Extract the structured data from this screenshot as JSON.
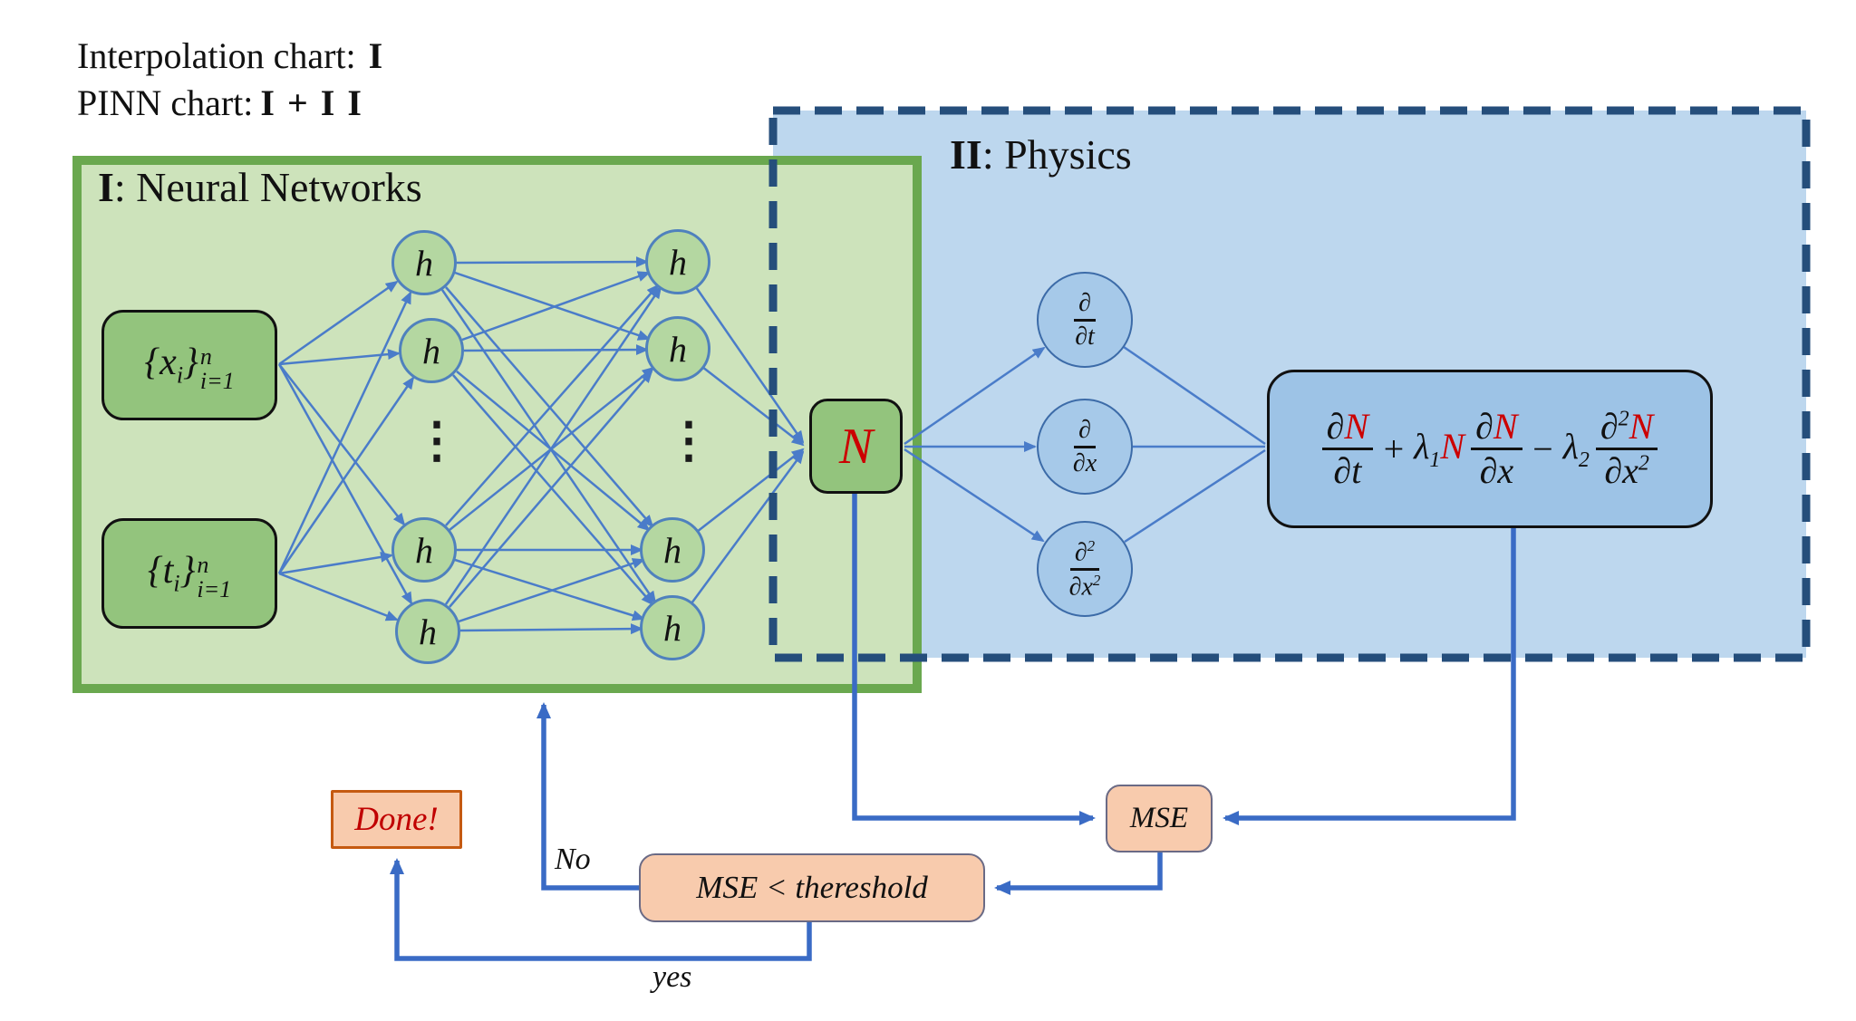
{
  "header": {
    "line1_label": "Interpolation chart:",
    "line1_numeral": "I",
    "line2_label": "PINN chart:",
    "line2_numerals": "I + I I"
  },
  "regions": {
    "nn": {
      "numeral": "I",
      "title": ": Neural Networks"
    },
    "physics": {
      "numeral": "II",
      "title": ": Physics"
    }
  },
  "nn": {
    "input_x": {
      "base": "{x",
      "sub": "i",
      "close": "}",
      "sup": "n",
      "lower": "i=1"
    },
    "input_t": {
      "base": "{t",
      "sub": "i",
      "close": "}",
      "sup": "n",
      "lower": "i=1"
    },
    "hidden_label": "h",
    "dots": "⋮",
    "output_label": "N"
  },
  "physics": {
    "d_dt": {
      "num": "∂",
      "den": "∂t"
    },
    "d_dx": {
      "num": "∂",
      "den": "∂x"
    },
    "d2_dx2": {
      "num": "∂",
      "num_sup": "2",
      "den": "∂x",
      "den_sup": "2"
    },
    "equation": {
      "f1_num_d": "∂",
      "f1_num_N": "N",
      "f1_den": "∂t",
      "op_plus": "+",
      "lambda1": "λ",
      "sub_1": "1",
      "mid_N": "N",
      "f2_num_d": "∂",
      "f2_num_N": "N",
      "f2_den": "∂x",
      "op_minus": "−",
      "lambda2": "λ",
      "sub_2": "2",
      "f3_num_d": "∂",
      "f3_num_sup": "2",
      "f3_num_N": "N",
      "f3_den": "∂x",
      "f3_den_sup": "2"
    }
  },
  "flow": {
    "mse_label": "MSE",
    "threshold_label": "MSE < thereshold",
    "done_label": "Done!",
    "no_label": "No",
    "yes_label": "yes"
  },
  "colors": {
    "nn_region_fill": "#cde3bb",
    "nn_region_border": "#6aa84f",
    "physics_region_fill": "#bdd7ee",
    "physics_region_border": "#254e7b",
    "node_green_fill": "#93c47d",
    "hidden_circle_fill": "#b4d7a1",
    "hidden_circle_border": "#4f81bd",
    "derivative_circle_fill": "#a6c9e9",
    "equation_box_fill": "#9dc3e6",
    "flow_box_fill": "#f8cbad",
    "done_border": "#c55a11",
    "red_text": "#cc0000",
    "edge_blue": "#4a7cc9",
    "flow_line_blue": "#3a6bc5"
  }
}
